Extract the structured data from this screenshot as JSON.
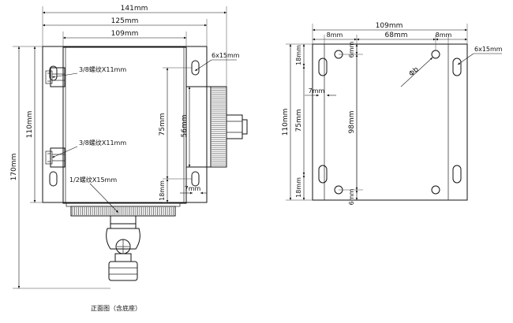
{
  "front_view": {
    "dim_141": "141mm",
    "dim_125": "125mm",
    "dim_109": "109mm",
    "dim_170": "170mm",
    "dim_110": "110mm",
    "dim_75": "75mm",
    "dim_56": "56mm",
    "dim_18": "18mm",
    "dim_7": "7mm",
    "slot": "6x15mm",
    "thread_upper": "3/8螺纹X11mm",
    "thread_lower": "3/8螺纹X11mm",
    "thread_bottom": "1/2螺纹X15mm",
    "caption": "正面图（含底座）"
  },
  "base_view": {
    "dim_109": "109mm",
    "dim_8_left": "8mm",
    "dim_68": "68mm",
    "dim_8_right": "8mm",
    "dim_110": "110mm",
    "dim_75": "75mm",
    "dim_98": "98mm",
    "dim_18_top": "18mm",
    "dim_18_bottom": "18mm",
    "dim_7": "7mm",
    "dim_6_top": "6mm",
    "dim_6_bottom": "6mm",
    "slot": "6x15mm",
    "hole": "Φb"
  }
}
